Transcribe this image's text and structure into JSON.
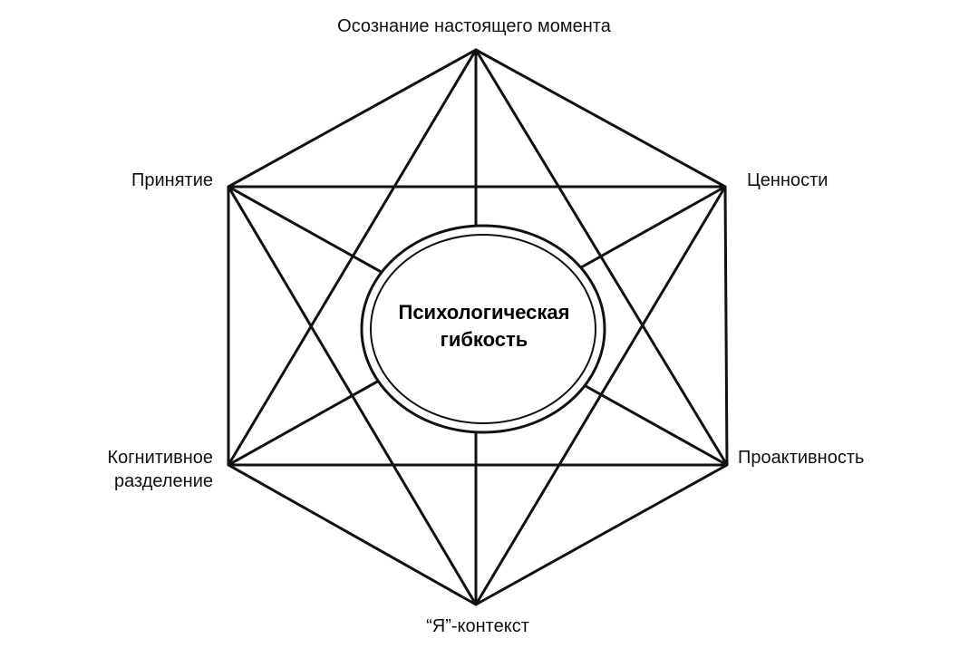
{
  "nodes": {
    "top": "Осознание настоящего момента",
    "upper_left": "Принятие",
    "upper_right": "Ценности",
    "lower_left_line1": "Когнитивное",
    "lower_left_line2": "разделение",
    "lower_right": "Проактивность",
    "bottom": "“Я”-контекст"
  },
  "center": {
    "line1": "Психологическая",
    "line2": "гибкость"
  },
  "colors": {
    "line": "#111111",
    "background": "#ffffff"
  }
}
